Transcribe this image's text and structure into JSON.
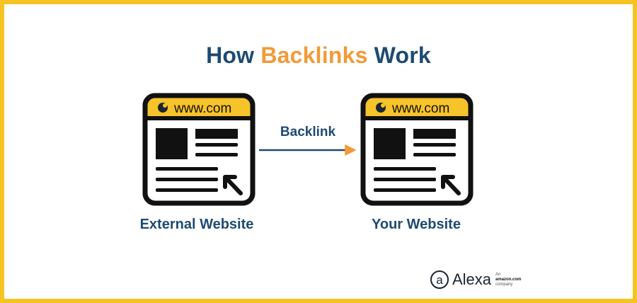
{
  "title": {
    "prefix": "How ",
    "highlight": "Backlinks",
    "suffix": " Work"
  },
  "diagram": {
    "source": {
      "url": "www.com",
      "caption": "External Website",
      "icons": [
        "browser-window-icon",
        "logo-circle-icon",
        "cursor-arrow-icon"
      ]
    },
    "target": {
      "url": "www.com",
      "caption": "Your Website",
      "icons": [
        "browser-window-icon",
        "logo-circle-icon",
        "cursor-arrow-icon"
      ]
    },
    "link": {
      "label": "Backlink",
      "icon": "arrow-right-icon"
    }
  },
  "branding": {
    "logo_mark": "a",
    "name": "Alexa",
    "tagline_line1": "An",
    "tagline_line2": "amazon.com",
    "tagline_line3": "company",
    "icon": "alexa-logo-icon"
  },
  "colors": {
    "frame": "#f5c324",
    "title": "#1e4a72",
    "highlight": "#f29a38",
    "browser_header": "#f7c32a",
    "outline": "#111111"
  }
}
